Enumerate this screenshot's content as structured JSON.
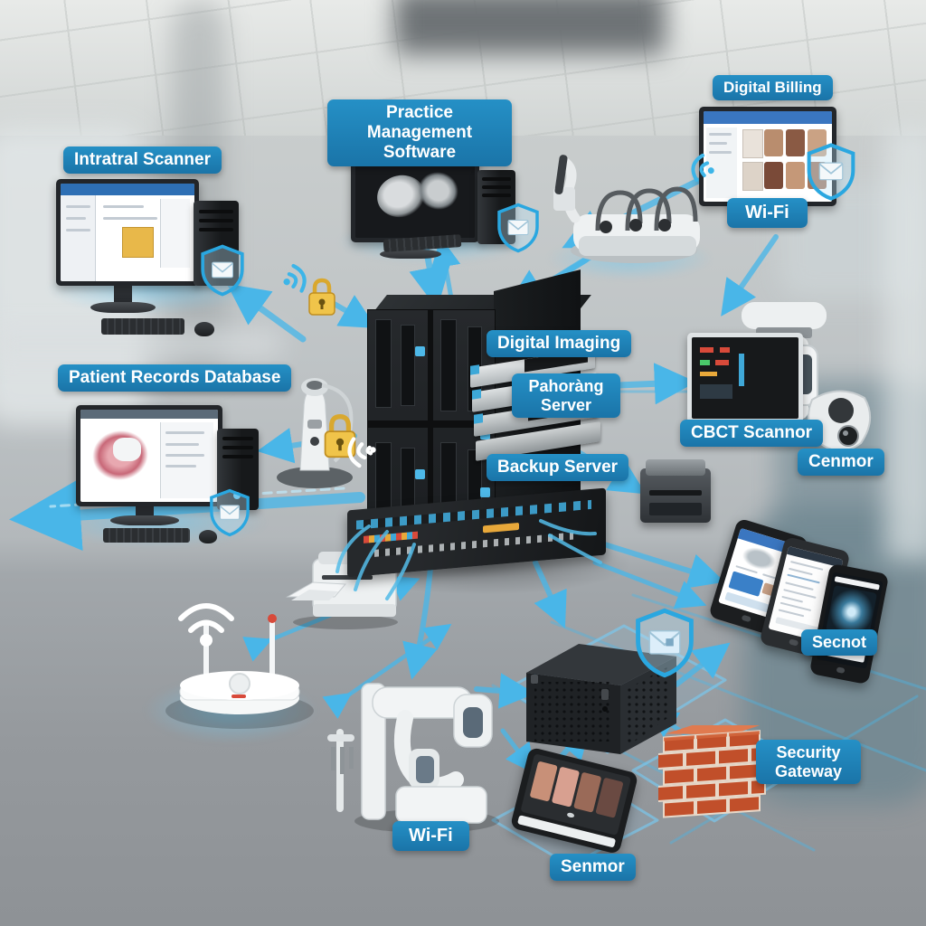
{
  "diagram": {
    "type": "network-topology-illustration",
    "subject": "dental practice IT network with security",
    "labels": {
      "intraoral_scanner": "Intratral Scanner",
      "practice_management_software": "Practice Management Software",
      "digital_billing": "Digital Billing",
      "wifi_workstation": "Wi-Fi",
      "patient_records_database": "Patient Records Database",
      "digital_imaging": "Digital Imaging",
      "imaging_server": "Pahoràng Server",
      "backup_server": "Backup Server",
      "cbct_scanner": "CBCT Scannor",
      "sensor_device": "Cenmor",
      "mobile_devices": "Secnot",
      "security_gateway": "Security Gateway",
      "wifi_router": "Wi-Fi",
      "sensor_tablet": "Senmor"
    },
    "icons": {
      "shield": "shield-envelope-icon",
      "lock": "gold-padlock-icon",
      "wifi": "wifi-signal-arcs-icon",
      "firewall": "orange-brick-wall-icon"
    },
    "colors": {
      "label_background": "#1e82b8",
      "arrow_blue": "#49b6e8",
      "shield_blue": "#2aa7e0",
      "lock_gold": "#e3b341",
      "firewall_brick": "#c14f2a",
      "glow_cyan": "#6ec8f0"
    },
    "nodes": [
      "intraoral-scanner-workstation",
      "practice-management-workstation",
      "digital-billing-workstation",
      "dental-handpiece-unit",
      "patient-records-workstation",
      "intraoral-camera",
      "central-server-rack",
      "cbct-scanner-station",
      "sensor-cenmor",
      "small-printer",
      "office-printer",
      "wireless-router",
      "panoramic-xray-machine",
      "nas-backup-box",
      "firewall-brick-wall",
      "sensor-tablet",
      "mobile-device-trio"
    ]
  }
}
